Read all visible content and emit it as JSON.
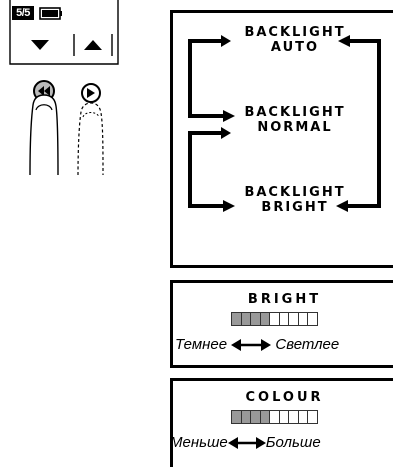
{
  "remote": {
    "page_indicator": "5/5",
    "down_icon": "triangle-down-icon",
    "up_icon": "triangle-up-icon",
    "rewind_icon": "rewind-button-icon",
    "play_icon": "play-button-icon"
  },
  "backlight": {
    "auto": "BACKLIGHT\nAUTO",
    "normal": "BACKLIGHT\nNORMAL",
    "bright": "BACKLIGHT\nBRIGHT"
  },
  "bright_setting": {
    "title": "BRIGHT",
    "level": 4,
    "max": 9,
    "left_label": "Темнее",
    "right_label": "Светлее"
  },
  "colour_setting": {
    "title": "COLOUR",
    "level": 4,
    "max": 9,
    "left_label": "Меньше",
    "right_label": "Больше"
  },
  "colors": {
    "line": "#000000",
    "segment_on": "#999999"
  }
}
